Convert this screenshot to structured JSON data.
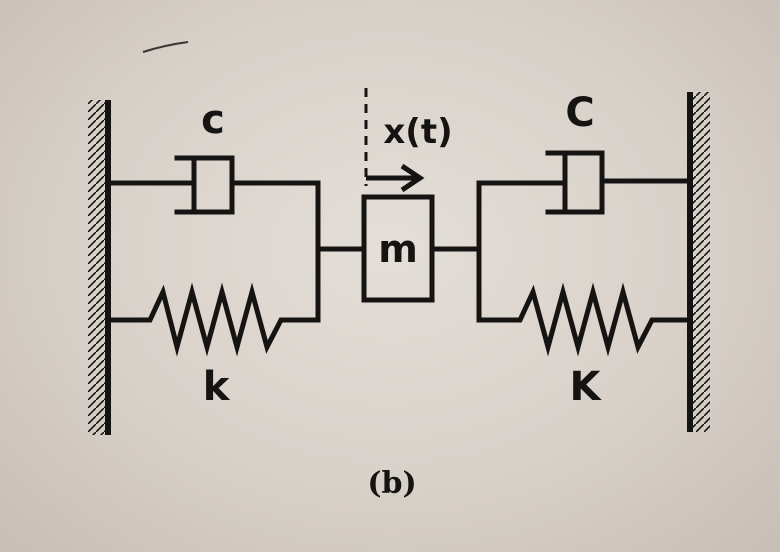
{
  "labels": {
    "damper_left": "c",
    "damper_right": "C",
    "spring_left": "k",
    "spring_right": "K",
    "mass": "m",
    "displacement": "x(t)",
    "caption": "(b)"
  },
  "colors": {
    "ink": "#161412",
    "paper": "#ddd7d0"
  }
}
